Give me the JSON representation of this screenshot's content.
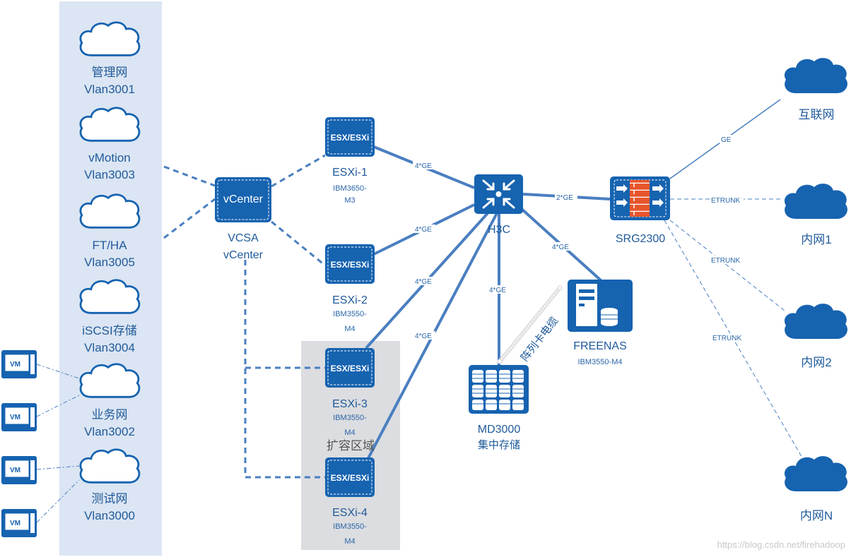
{
  "colors": {
    "primary_blue": "#1663b0",
    "panel_blue": "#dbe5f3",
    "expansion_gray": "#dcdde0",
    "firewall_brick": "#e8552c",
    "cloud_outline": "#1663b0",
    "text_blue": "#1f5a9a"
  },
  "vlans": [
    {
      "name": "管理网",
      "vlan": "Vlan3001",
      "icon": "cloud-outline-icon"
    },
    {
      "name": "vMotion",
      "vlan": "Vlan3003",
      "icon": "cloud-outline-icon"
    },
    {
      "name": "FT/HA",
      "vlan": "Vlan3005",
      "icon": "cloud-outline-icon"
    },
    {
      "name": "iSCSI存储",
      "vlan": "Vlan3004",
      "icon": "cloud-outline-icon"
    },
    {
      "name": "业务网",
      "vlan": "Vlan3002",
      "icon": "cloud-outline-icon"
    },
    {
      "name": "测试网",
      "vlan": "Vlan3000",
      "icon": "cloud-outline-icon"
    }
  ],
  "vms": [
    "VM",
    "VM",
    "VM",
    "VM"
  ],
  "vcenter": {
    "icon_label": "vCenter",
    "label1": "VCSA",
    "label2": "vCenter"
  },
  "esxi": [
    {
      "icon_label": "ESX/ESXi",
      "name": "ESXi-1",
      "model1": "IBM3650-",
      "model2": "M3"
    },
    {
      "icon_label": "ESX/ESXi",
      "name": "ESXi-2",
      "model1": "IBM3550-",
      "model2": "M4"
    },
    {
      "icon_label": "ESX/ESXi",
      "name": "ESXi-3",
      "model1": "IBM3550-",
      "model2": "M4"
    },
    {
      "icon_label": "ESX/ESXi",
      "name": "ESXi-4",
      "model1": "IBM3550-",
      "model2": "M4"
    }
  ],
  "expansion_area": "扩容区域",
  "switch": {
    "name": "H3C"
  },
  "firewall": {
    "name": "SRG2300"
  },
  "freenas": {
    "name": "FREENAS",
    "model": "IBM3550-M4"
  },
  "storage": {
    "name": "MD3000",
    "subtitle": "集中存储"
  },
  "array_cable": "阵列卡电缆",
  "link_labels": {
    "esxi1_switch": "4*GE",
    "esxi2_switch": "4*GE",
    "esxi3_switch": "4*GE",
    "esxi4_switch": "4*GE",
    "switch_firewall": "2*GE",
    "switch_freenas": "4*GE",
    "switch_storage": "4*GE",
    "fw_internet": "GE",
    "fw_lan1": "ETRUNK",
    "fw_lan2": "ETRUNK",
    "fw_lann": "ETRUNK"
  },
  "external_networks": [
    {
      "name": "互联网",
      "icon": "cloud-filled-icon"
    },
    {
      "name": "内网1",
      "icon": "cloud-filled-icon"
    },
    {
      "name": "内网2",
      "icon": "cloud-filled-icon"
    },
    {
      "name": "内网N",
      "icon": "cloud-filled-icon"
    }
  ],
  "watermark": "https://blog.csdn.net/firehadoop"
}
